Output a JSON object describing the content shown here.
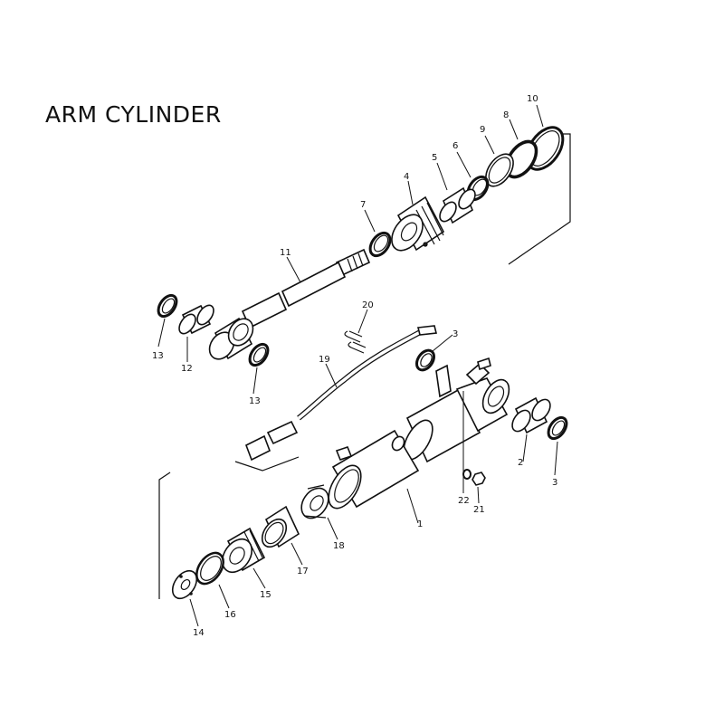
{
  "title": "ARM CYLINDER",
  "callouts": [
    {
      "id": "c1",
      "label": "1"
    },
    {
      "id": "c2",
      "label": "2"
    },
    {
      "id": "c3a",
      "label": "3"
    },
    {
      "id": "c3b",
      "label": "3"
    },
    {
      "id": "c4",
      "label": "4"
    },
    {
      "id": "c5",
      "label": "5"
    },
    {
      "id": "c6",
      "label": "6"
    },
    {
      "id": "c7",
      "label": "7"
    },
    {
      "id": "c8",
      "label": "8"
    },
    {
      "id": "c9",
      "label": "9"
    },
    {
      "id": "c10",
      "label": "10"
    },
    {
      "id": "c11",
      "label": "11"
    },
    {
      "id": "c12",
      "label": "12"
    },
    {
      "id": "c13a",
      "label": "13"
    },
    {
      "id": "c13b",
      "label": "13"
    },
    {
      "id": "c14",
      "label": "14"
    },
    {
      "id": "c15",
      "label": "15"
    },
    {
      "id": "c16",
      "label": "16"
    },
    {
      "id": "c17",
      "label": "17"
    },
    {
      "id": "c18",
      "label": "18"
    },
    {
      "id": "c19",
      "label": "19"
    },
    {
      "id": "c20",
      "label": "20"
    },
    {
      "id": "c21",
      "label": "21"
    },
    {
      "id": "c22",
      "label": "22"
    }
  ]
}
